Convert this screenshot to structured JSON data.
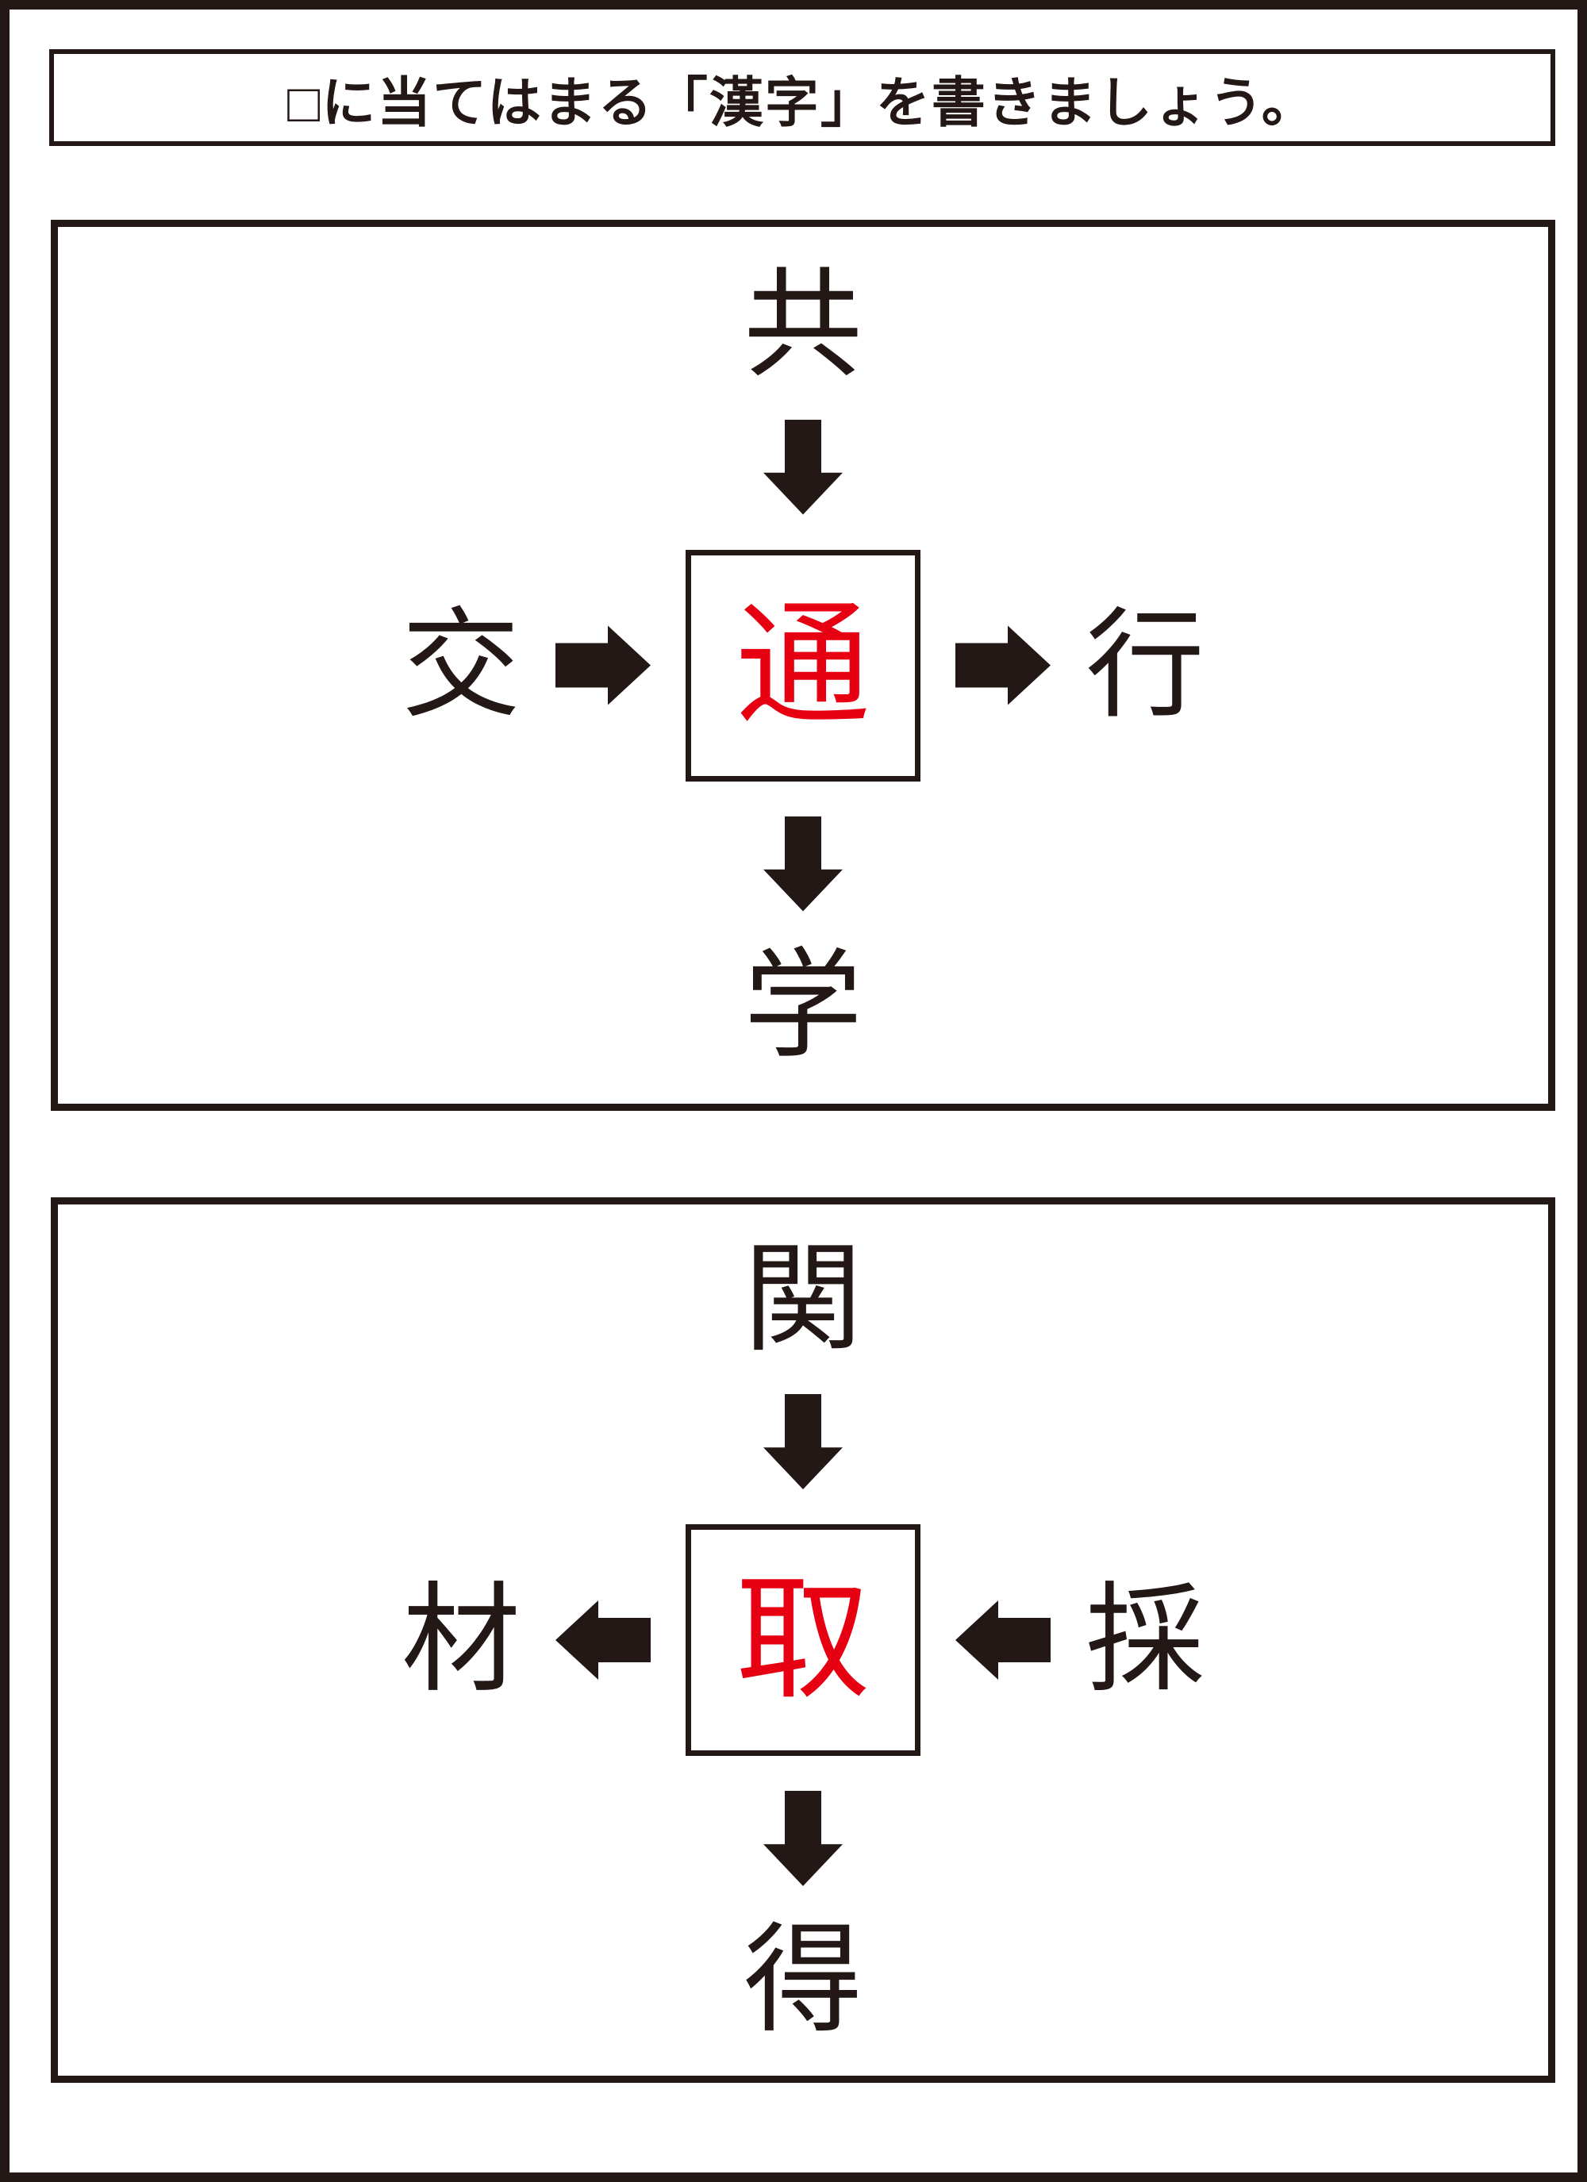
{
  "header": {
    "instruction": "□に当てはまる「漢字」を書きましょう。"
  },
  "colors": {
    "ink": "#231815",
    "answer_red": "#e60012",
    "background": "#ffffff"
  },
  "puzzles": [
    {
      "center": "通",
      "top": "共",
      "left": "交",
      "right": "行",
      "bottom": "学",
      "arrows": {
        "top": "down",
        "left": "right",
        "right": "right",
        "bottom": "down"
      }
    },
    {
      "center": "取",
      "top": "関",
      "left": "材",
      "right": "採",
      "bottom": "得",
      "arrows": {
        "top": "down",
        "left": "left",
        "right": "left",
        "bottom": "down"
      }
    }
  ]
}
